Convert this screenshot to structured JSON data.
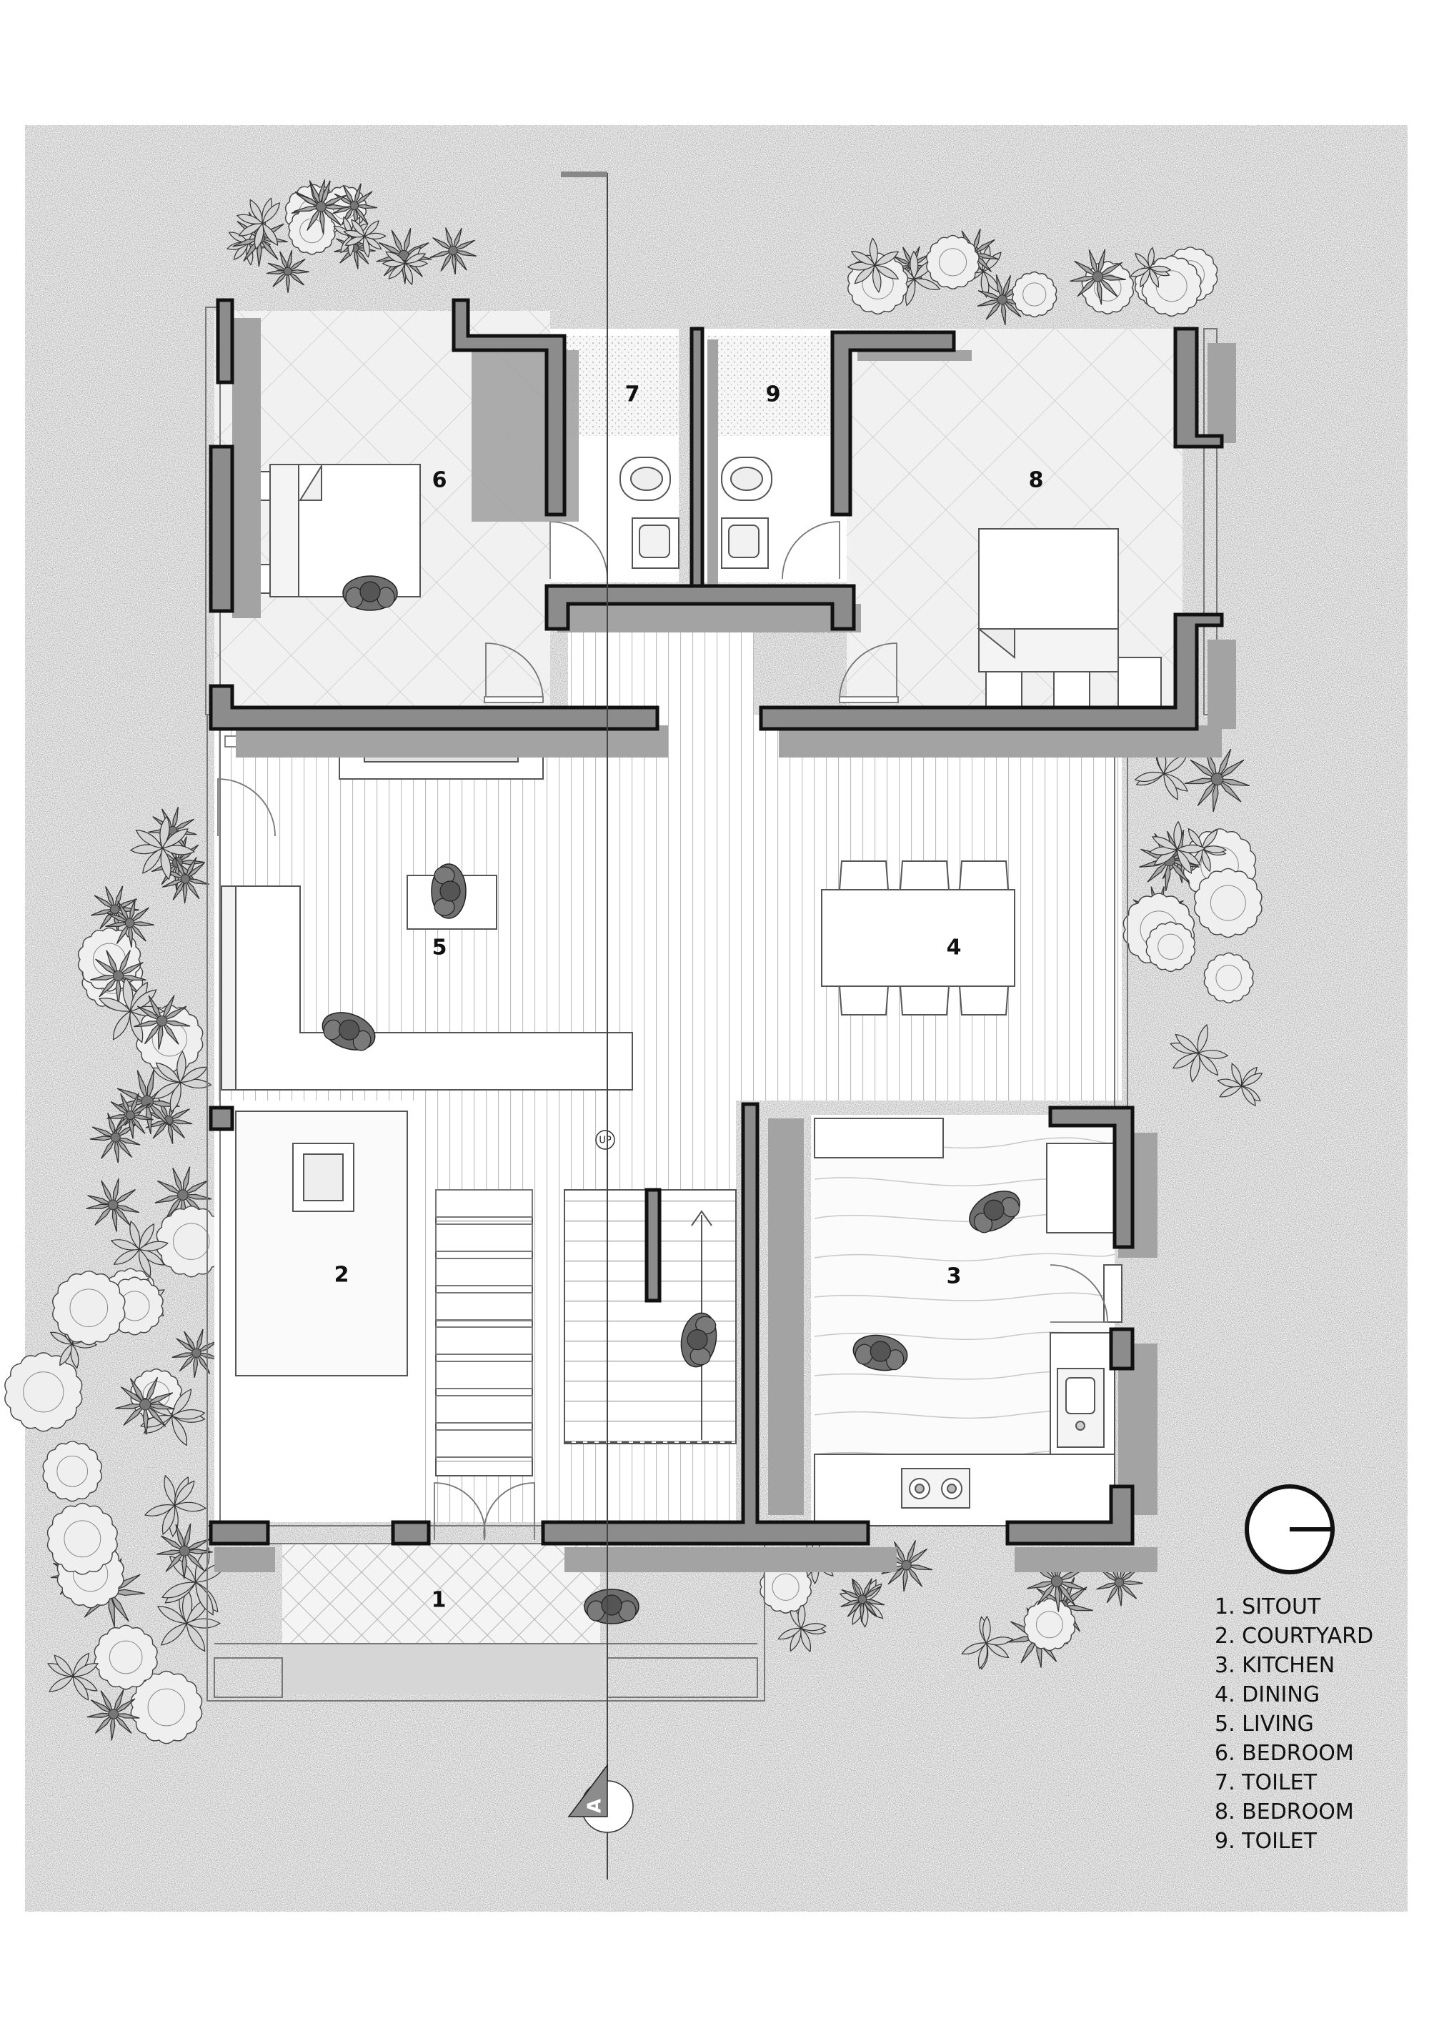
{
  "rooms": [
    {
      "number": "1"
    },
    {
      "number": "2"
    },
    {
      "number": "3"
    },
    {
      "number": "4"
    },
    {
      "number": "5"
    },
    {
      "number": "6"
    },
    {
      "number": "7"
    },
    {
      "number": "8"
    },
    {
      "number": "9"
    }
  ],
  "legend": [
    "1. SITOUT",
    "2. COURTYARD",
    "3. KITCHEN",
    "4. DINING",
    "5. LIVING",
    "6. BEDROOM",
    "7. TOILET",
    "8. BEDROOM",
    "9. TOILET"
  ],
  "stair_label": "UP",
  "section_marker": "A",
  "icons": [
    "north-arrow-icon",
    "section-marker-icon",
    "person-icon",
    "plant-icon",
    "bed-icon",
    "toilet-icon",
    "washbasin-icon",
    "stove-icon",
    "sink-icon",
    "door-swing-icon"
  ],
  "colors": {
    "wall": "#8c8c8c",
    "wall_outline": "#111111",
    "shadow": "#a3a3a3",
    "ground": "#f2f2f2",
    "floor": "#ffffff",
    "person": "#6e6e6e"
  }
}
